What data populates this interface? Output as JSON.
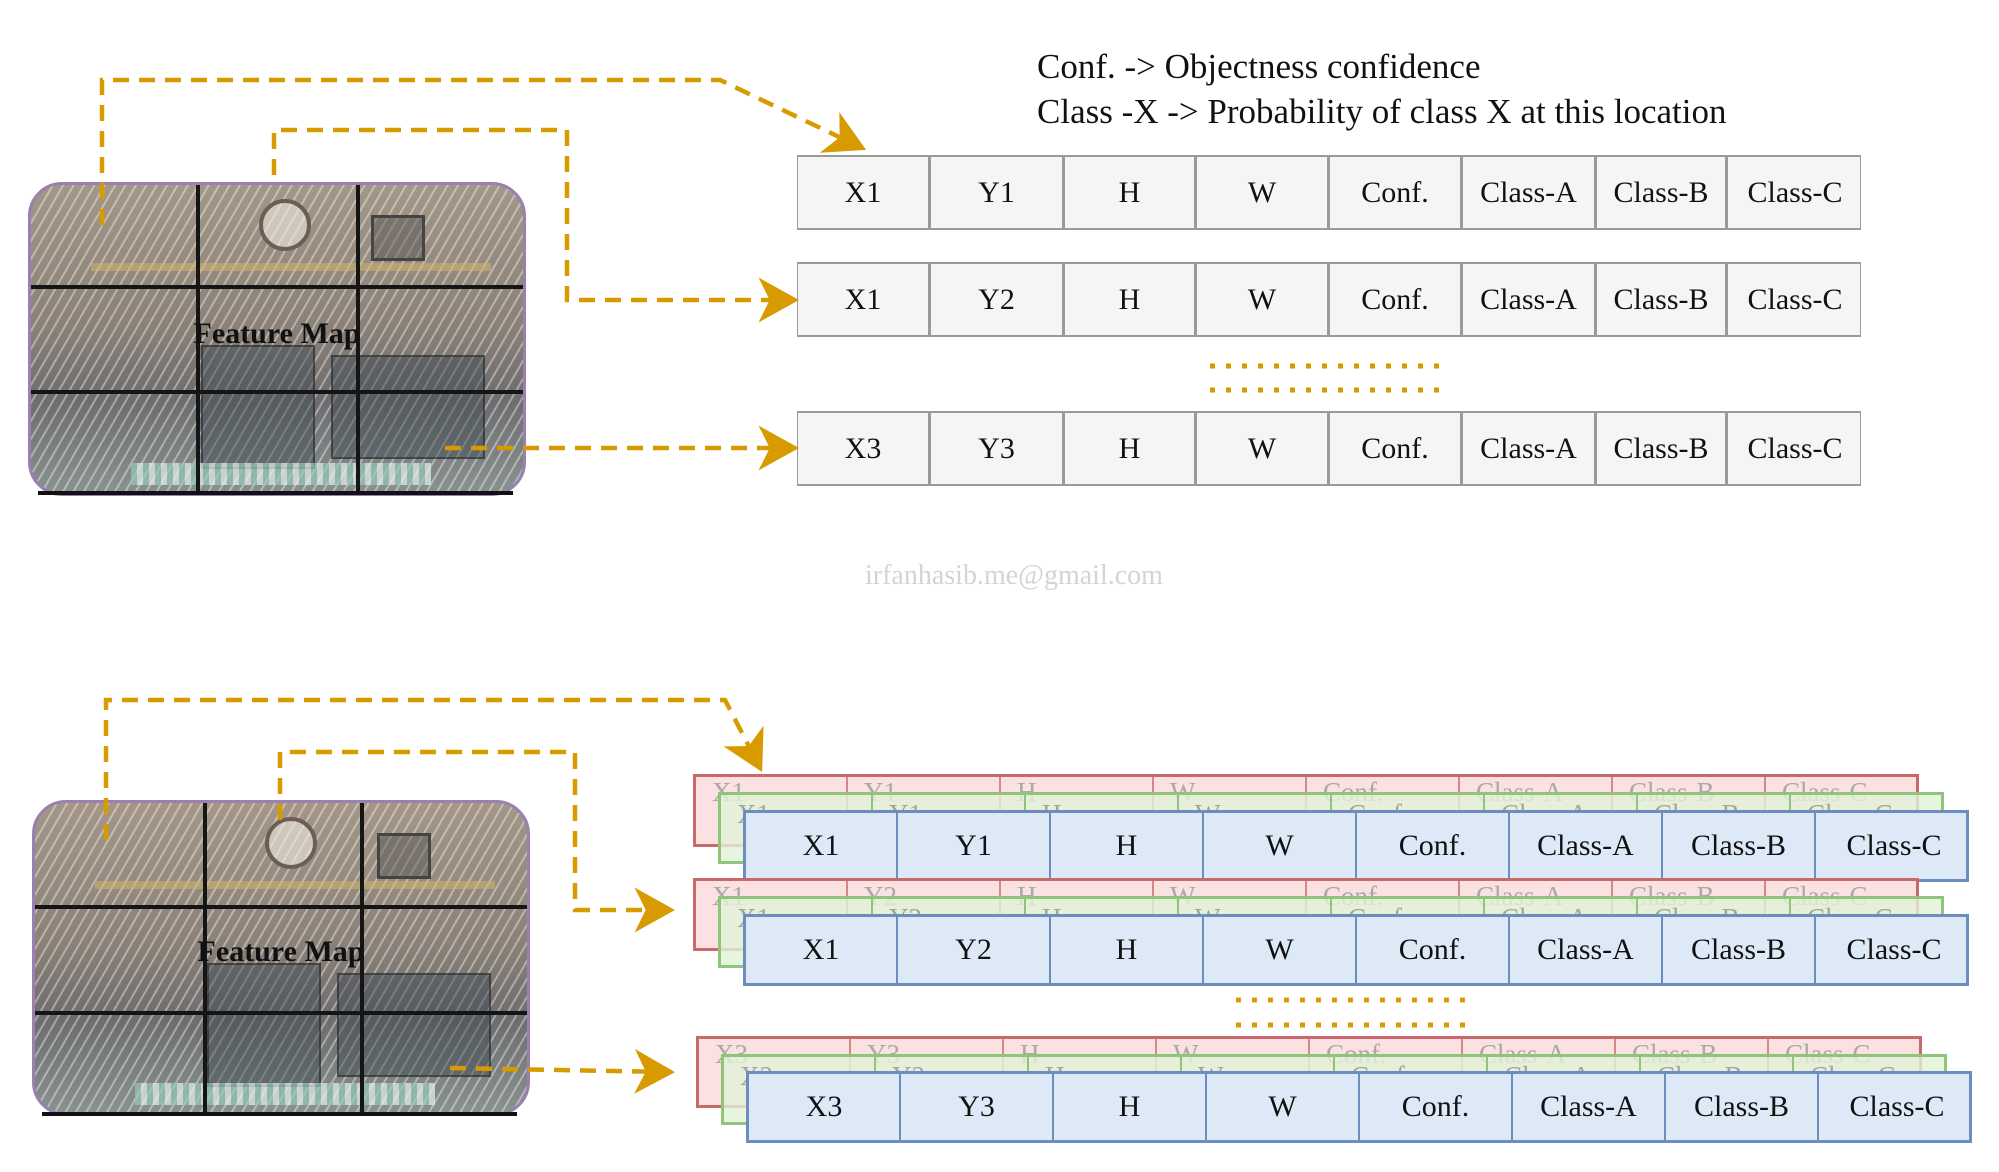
{
  "legend": {
    "line1": "Conf. -> Objectness confidence",
    "line2": "Class -X -> Probability of class X at this location"
  },
  "watermark": "irfanhasib.me@gmail.com",
  "feature_map": {
    "label": "Feature Map"
  },
  "top_rows": [
    [
      "X1",
      "Y1",
      "H",
      "W",
      "Conf.",
      "Class-A",
      "Class-B",
      "Class-C"
    ],
    [
      "X1",
      "Y2",
      "H",
      "W",
      "Conf.",
      "Class-A",
      "Class-B",
      "Class-C"
    ],
    [
      "X3",
      "Y3",
      "H",
      "W",
      "Conf.",
      "Class-A",
      "Class-B",
      "Class-C"
    ]
  ],
  "bottom_groups": [
    [
      "X1",
      "Y1",
      "H",
      "W",
      "Conf.",
      "Class-A",
      "Class-B",
      "Class-C"
    ],
    [
      "X1",
      "Y2",
      "H",
      "W",
      "Conf.",
      "Class-A",
      "Class-B",
      "Class-C"
    ],
    [
      "X3",
      "Y3",
      "H",
      "W",
      "Conf.",
      "Class-A",
      "Class-B",
      "Class-C"
    ]
  ],
  "colors": {
    "arrow": "#d79b00",
    "anchor_1": "#c66a6a",
    "anchor_2": "#8fc47a",
    "anchor_3": "#6c8ebf"
  }
}
